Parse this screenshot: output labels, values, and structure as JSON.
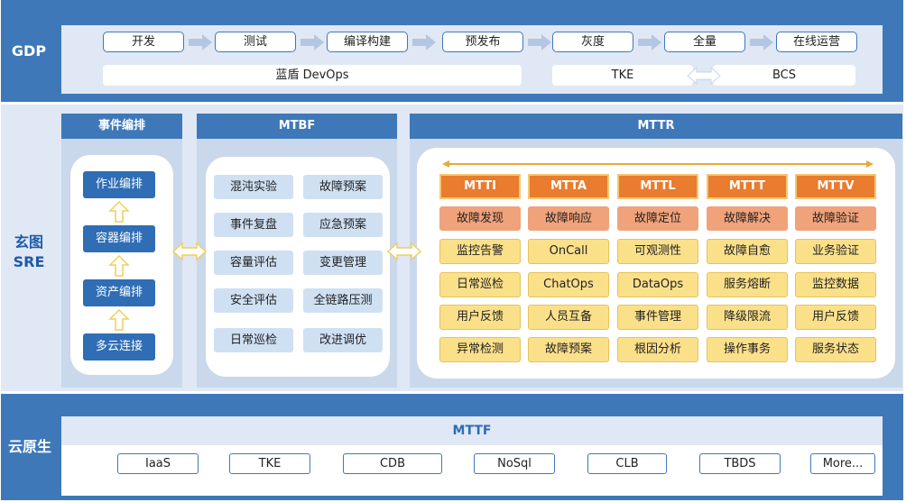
{
  "gdp": {
    "label": "GDP",
    "stages": [
      "开发",
      "测试",
      "编译构建",
      "预发布",
      "灰度",
      "全量",
      "在线运营"
    ],
    "devops": "蓝盾 DevOps",
    "tke": "TKE",
    "bcs": "BCS"
  },
  "sre": {
    "label_line1": "玄图",
    "label_line2": "SRE",
    "orchestration": {
      "title": "事件编排",
      "items": [
        "作业编排",
        "容器编排",
        "资产编排",
        "多云连接"
      ]
    },
    "mtbf": {
      "title": "MTBF",
      "left": [
        "混沌实验",
        "事件复盘",
        "容量评估",
        "安全评估",
        "日常巡检"
      ],
      "right": [
        "故障预案",
        "应急预案",
        "变更管理",
        "全链路压测",
        "改进调优"
      ]
    },
    "mttr": {
      "title": "MTTR",
      "columns": [
        {
          "head": "MTTI",
          "first": "故障发现",
          "items": [
            "监控告警",
            "日常巡检",
            "用户反馈",
            "异常检测"
          ]
        },
        {
          "head": "MTTA",
          "first": "故障响应",
          "items": [
            "OnCall",
            "ChatOps",
            "人员互备",
            "故障预案"
          ]
        },
        {
          "head": "MTTL",
          "first": "故障定位",
          "items": [
            "可观测性",
            "DataOps",
            "事件管理",
            "根因分析"
          ]
        },
        {
          "head": "MTTT",
          "first": "故障解决",
          "items": [
            "故障自愈",
            "服务熔断",
            "降级限流",
            "操作事务"
          ]
        },
        {
          "head": "MTTV",
          "first": "故障验证",
          "items": [
            "业务验证",
            "监控数据",
            "用户反馈",
            "服务状态"
          ]
        }
      ]
    }
  },
  "cloud": {
    "label": "云原生",
    "title": "MTTF",
    "items": [
      "IaaS",
      "TKE",
      "CDB",
      "NoSql",
      "CLB",
      "TBDS",
      "More..."
    ]
  },
  "colors": {
    "band_blue": "#3f78b8",
    "band_light": "#dfe8f4",
    "box_blue": "#2f6db5",
    "box_light": "#cfe0f3",
    "orange": "#e97c2e",
    "salmon": "#f0a27a",
    "yellow": "#fbe08a"
  }
}
